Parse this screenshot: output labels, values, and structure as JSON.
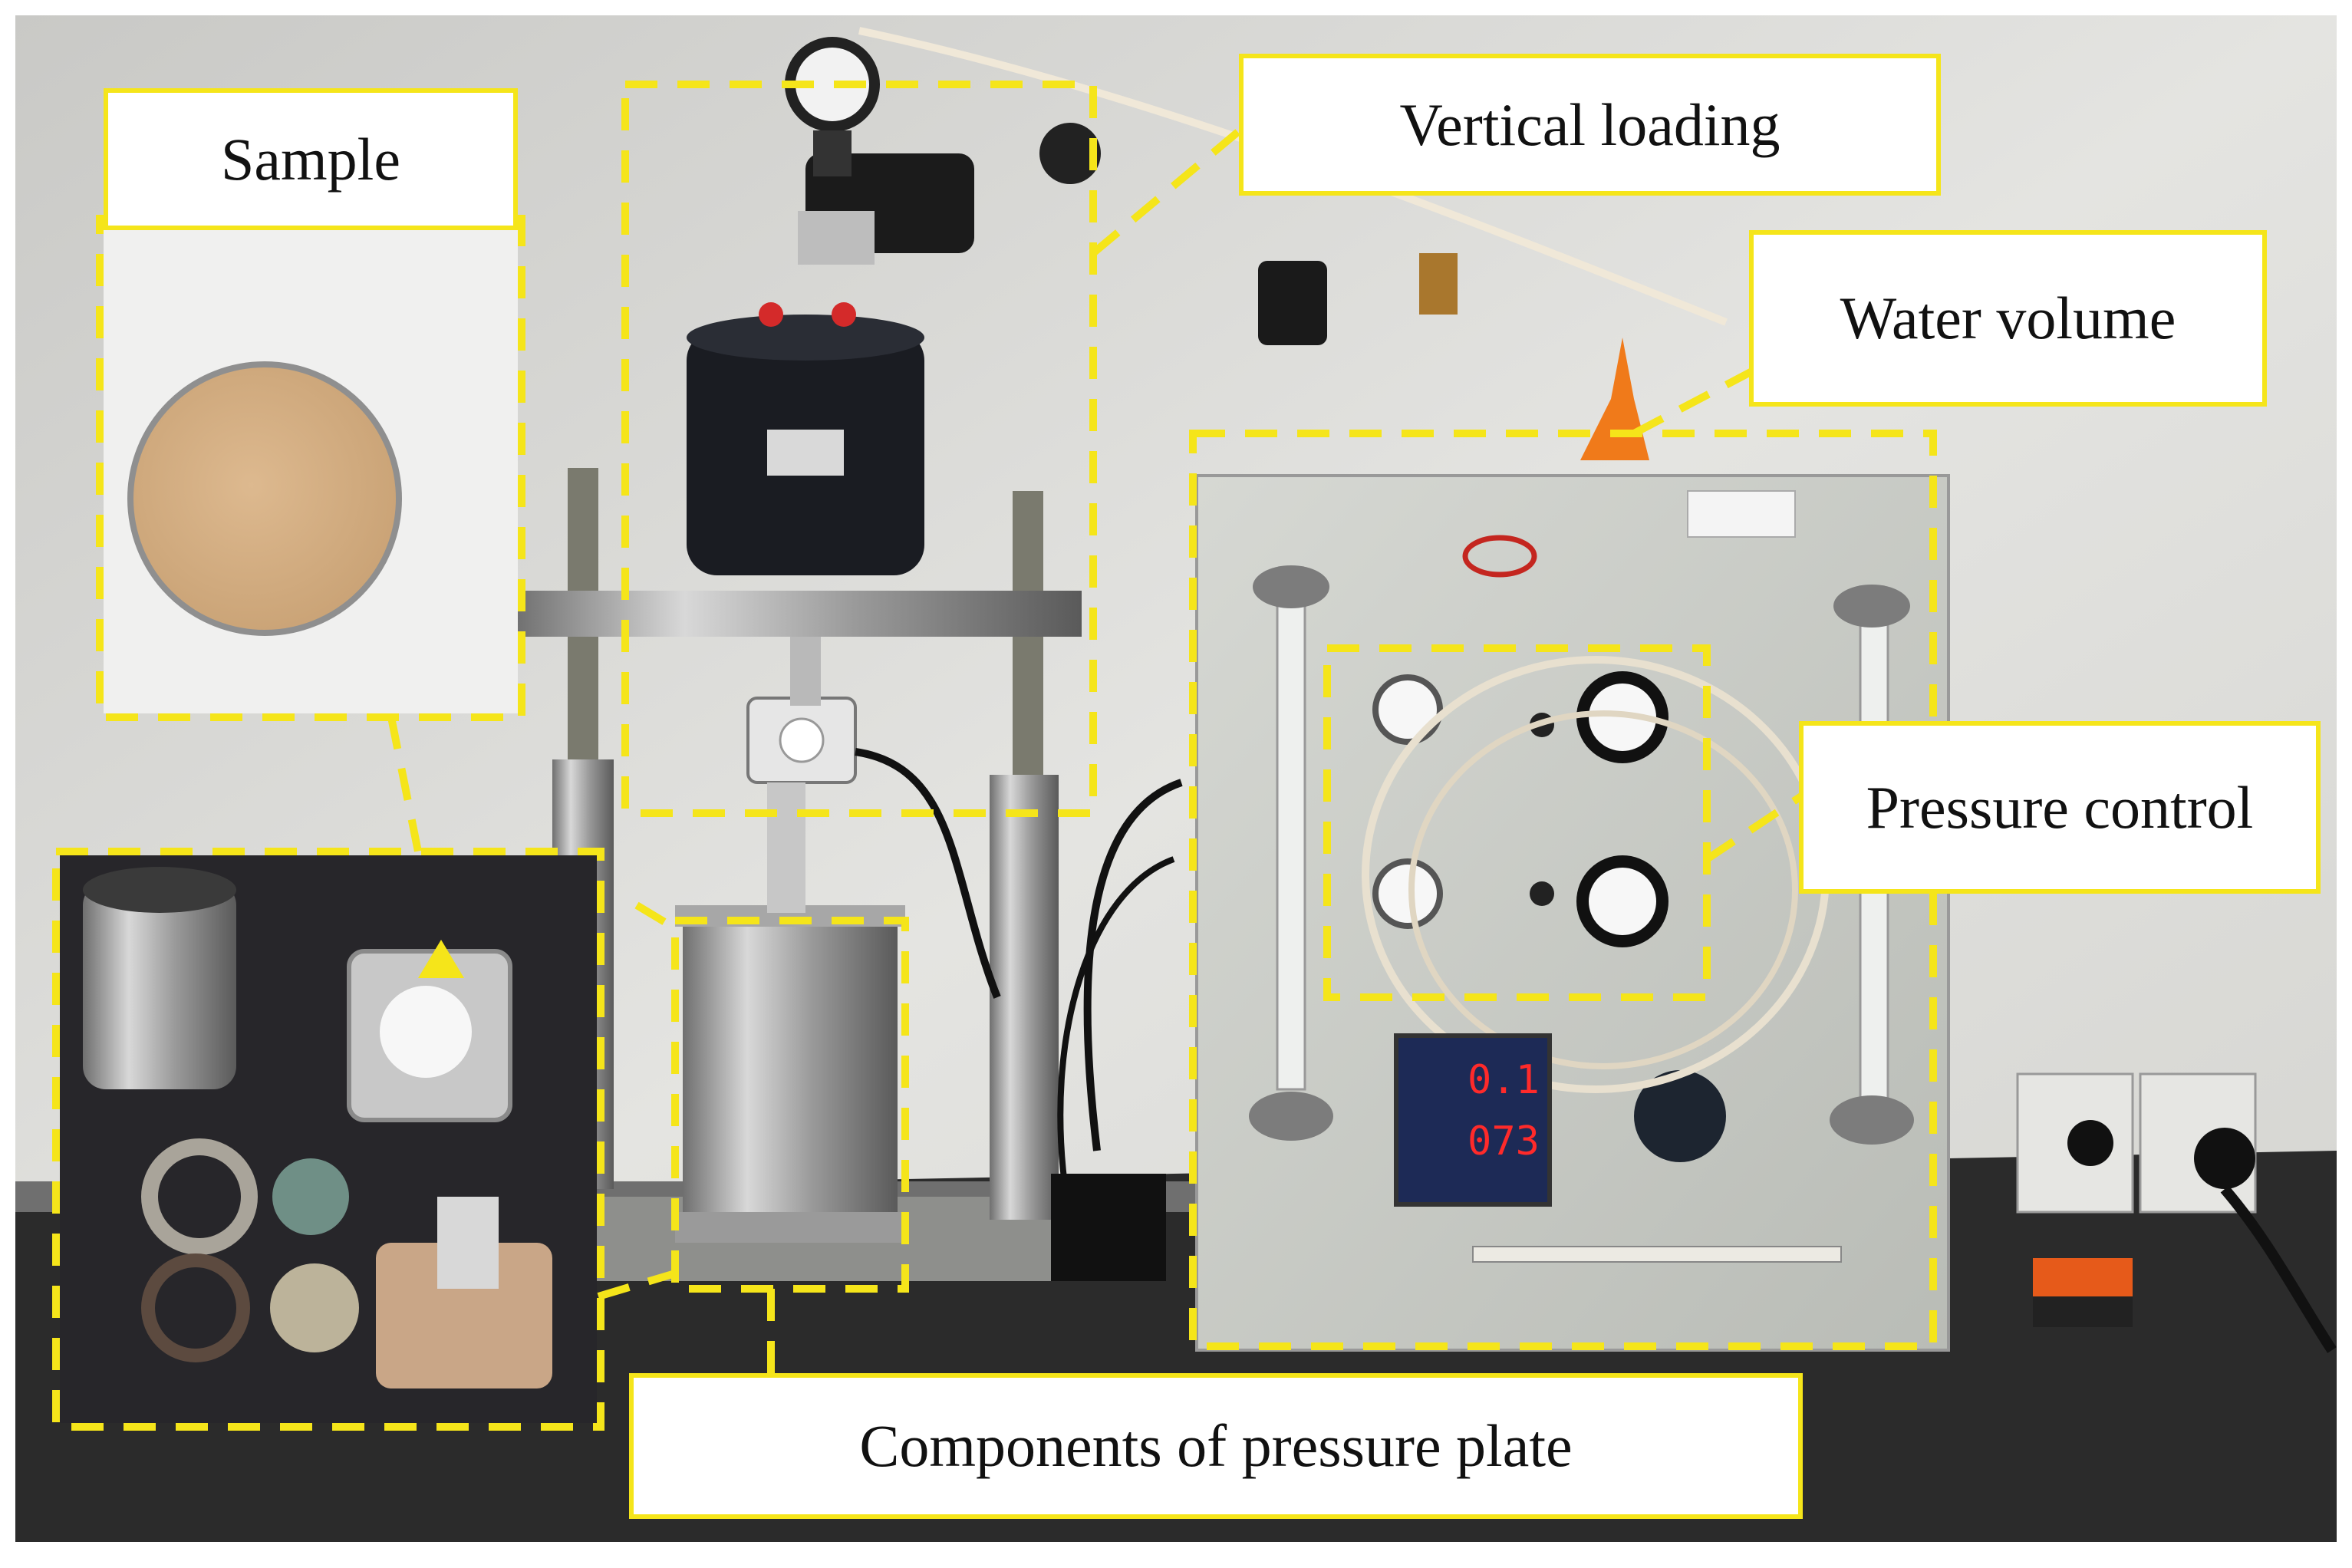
{
  "figure": {
    "labels": {
      "sample": "Sample",
      "vertical_loading": "Vertical loading",
      "water_volume": "Water volume",
      "pressure_control": "Pressure control",
      "components": "Components of pressure plate"
    },
    "gauge_readings": [
      "0.1",
      "073"
    ],
    "colors": {
      "annotation_yellow": "#f5e51a",
      "wall": "#dcdcd8",
      "panel": "#cfd1cc",
      "bench": "#2a2a2a"
    }
  }
}
